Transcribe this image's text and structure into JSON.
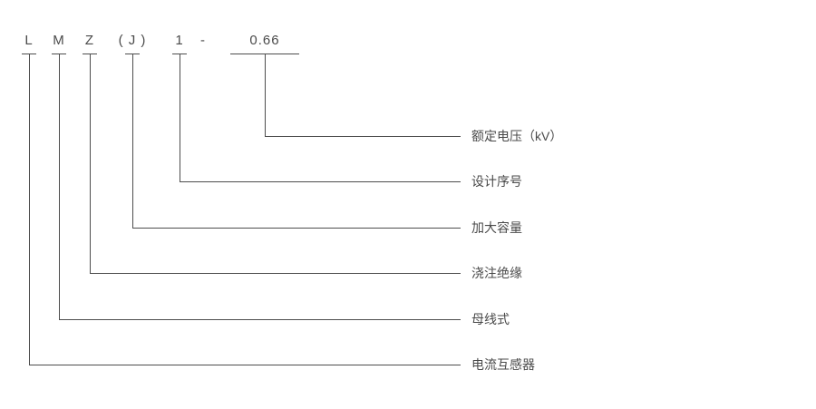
{
  "diagram": {
    "kind": "model-designation",
    "code": {
      "separator": "-",
      "parts": [
        {
          "char": "L",
          "label": "电流互感器"
        },
        {
          "char": "M",
          "label": "母线式"
        },
        {
          "char": "Z",
          "label": "浇注绝缘"
        },
        {
          "char": "( J )",
          "label": "加大容量"
        },
        {
          "char": "1",
          "label": "设计序号"
        },
        {
          "char": "0.66",
          "label": "额定电压（kV）"
        }
      ]
    },
    "colors": {
      "background": "#ffffff",
      "line": "#4d4d4d",
      "text": "#4a4a4a"
    }
  }
}
